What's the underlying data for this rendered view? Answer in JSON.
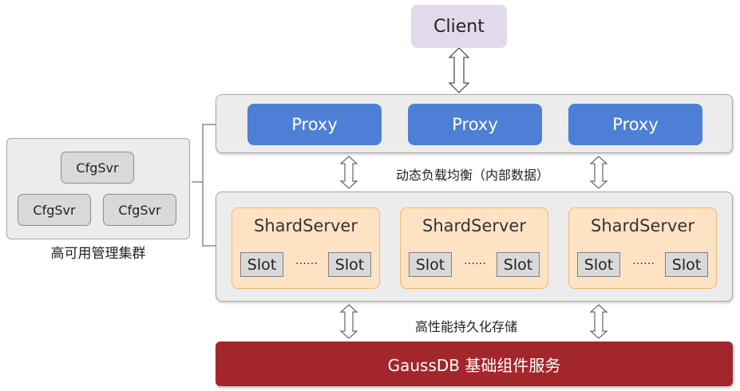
{
  "client": {
    "label": "Client"
  },
  "proxy_layer": {
    "proxies": [
      {
        "label": "Proxy"
      },
      {
        "label": "Proxy"
      },
      {
        "label": "Proxy"
      }
    ],
    "balance_label": "动态负载均衡（内部数据）"
  },
  "shard_layer": {
    "servers": [
      {
        "title": "ShardServer",
        "slot_left": "Slot",
        "dots": "……",
        "slot_right": "Slot"
      },
      {
        "title": "ShardServer",
        "slot_left": "Slot",
        "dots": "……",
        "slot_right": "Slot"
      },
      {
        "title": "ShardServer",
        "slot_left": "Slot",
        "dots": "……",
        "slot_right": "Slot"
      }
    ],
    "storage_label": "高性能持久化存储"
  },
  "config_cluster": {
    "nodes": [
      {
        "label": "CfgSvr"
      },
      {
        "label": "CfgSvr"
      },
      {
        "label": "CfgSvr"
      }
    ],
    "caption": "高可用管理集群"
  },
  "base_service": {
    "label": "GaussDB 基础组件服务"
  },
  "colors": {
    "client_bg": "#e2d9ea",
    "proxy_bg": "#4d7fd6",
    "shard_bg": "#fde3c4",
    "base_bg": "#a3262b",
    "panel_bg": "#ececec"
  }
}
